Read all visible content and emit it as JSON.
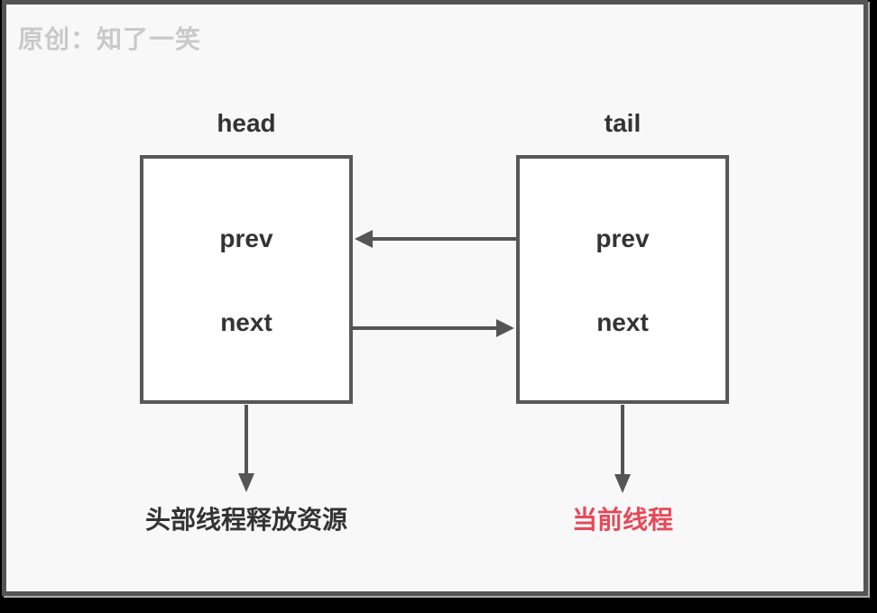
{
  "watermark": "原创：知了一笑",
  "diagram": {
    "nodes": [
      {
        "id": "head",
        "title": "head",
        "fields": [
          "prev",
          "next"
        ],
        "caption": "头部线程释放资源"
      },
      {
        "id": "tail",
        "title": "tail",
        "fields": [
          "prev",
          "next"
        ],
        "caption": "当前线程"
      }
    ],
    "arrows": [
      {
        "name": "tail-prev-to-head",
        "from": "tail.prev",
        "to": "head",
        "direction": "left"
      },
      {
        "name": "head-next-to-tail",
        "from": "head.next",
        "to": "tail",
        "direction": "right"
      },
      {
        "name": "head-to-caption",
        "from": "head",
        "to": "头部线程释放资源",
        "direction": "down"
      },
      {
        "name": "tail-to-caption",
        "from": "tail",
        "to": "当前线程",
        "direction": "down"
      }
    ]
  },
  "colors": {
    "outer_background": "#000000",
    "frame_border": "#545454",
    "canvas_background": "#f8f8f8",
    "box_border": "#58585a",
    "box_fill": "#ffffff",
    "arrow": "#555555",
    "text": "#333333",
    "caption_highlight": "#e8495a",
    "watermark": "#c9c9c9"
  }
}
